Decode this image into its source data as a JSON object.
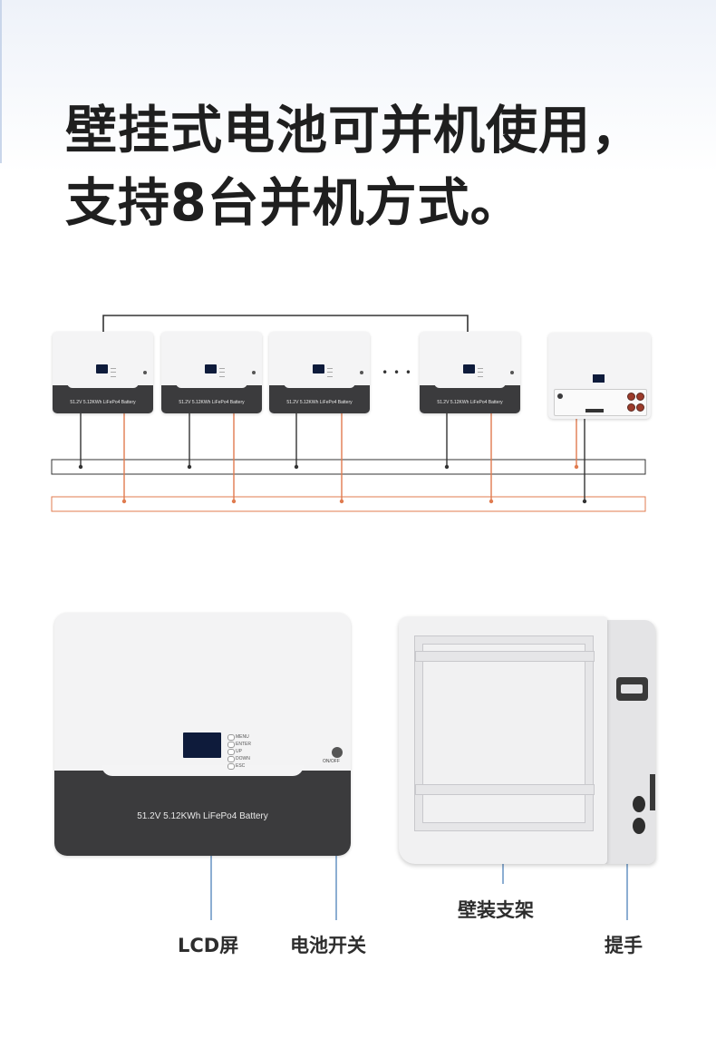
{
  "headline": {
    "line1": "壁挂式电池可并机使用，",
    "line2": "支持8台并机方式。"
  },
  "diagram": {
    "unit_label": "51.2V 5.12KWh LiFePo4 Battery",
    "ellipsis": "• • •",
    "colors": {
      "negative_wire": "#333333",
      "positive_wire": "#e07b4f"
    }
  },
  "front_view": {
    "label": "51.2V 5.12KWh LiFePo4 Battery",
    "buttons": [
      "MENU",
      "ENTER",
      "UP",
      "DOWN",
      "ESC"
    ],
    "power_label": "ON/OFF"
  },
  "callouts": {
    "lcd": "LCD屏",
    "power_switch": "电池开关",
    "wall_bracket": "壁装支架",
    "handle": "提手"
  },
  "colors": {
    "callout_line": "#6f99c7",
    "text": "#1f1f1f"
  }
}
